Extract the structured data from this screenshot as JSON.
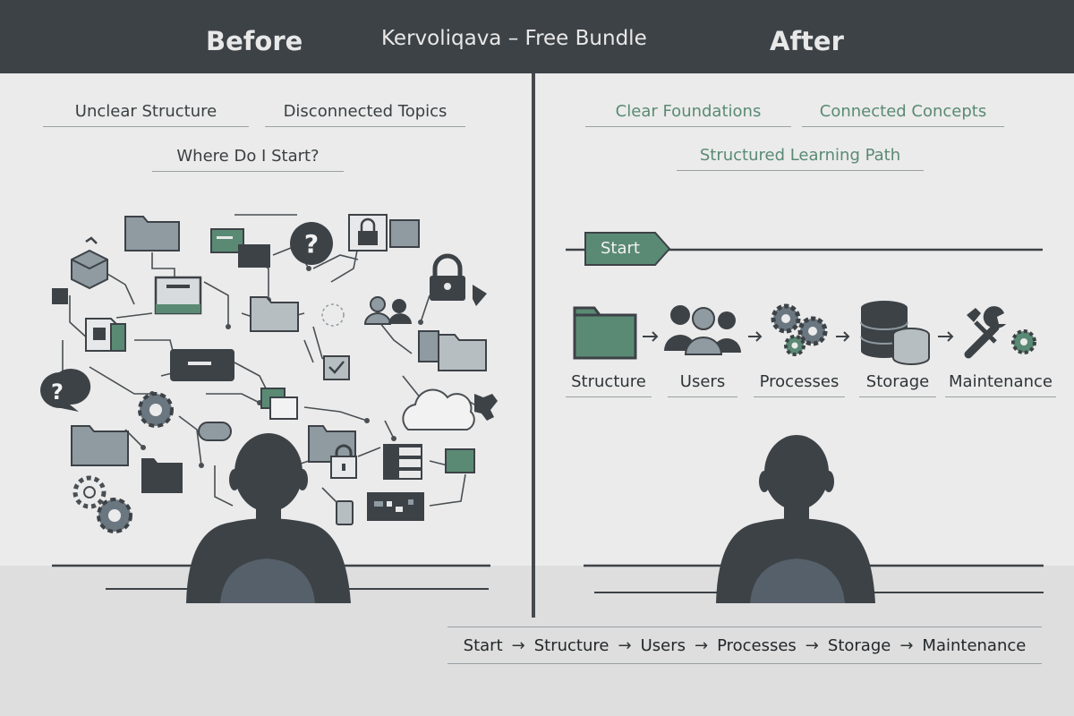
{
  "header": {
    "before_label": "Before",
    "title": "Kervoliqava – Free Bundle",
    "after_label": "After"
  },
  "before": {
    "labels": [
      "Unclear Structure",
      "Disconnected Topics",
      "Where Do I Start?"
    ]
  },
  "after": {
    "labels": [
      "Clear Foundations",
      "Connected Concepts",
      "Structured Learning Path"
    ],
    "start_tag": "Start",
    "steps": [
      {
        "label": "Structure",
        "icon": "folder-icon"
      },
      {
        "label": "Users",
        "icon": "users-icon"
      },
      {
        "label": "Processes",
        "icon": "gears-icon"
      },
      {
        "label": "Storage",
        "icon": "database-icon"
      },
      {
        "label": "Maintenance",
        "icon": "wrench-icon"
      }
    ]
  },
  "path": {
    "items": [
      "Start",
      "Structure",
      "Users",
      "Processes",
      "Storage",
      "Maintenance"
    ],
    "arrow": "→"
  },
  "colors": {
    "header_bg": "#3d4247",
    "accent_green": "#5a8a74",
    "dark": "#3d4247",
    "slate": "#8f9aa1"
  }
}
